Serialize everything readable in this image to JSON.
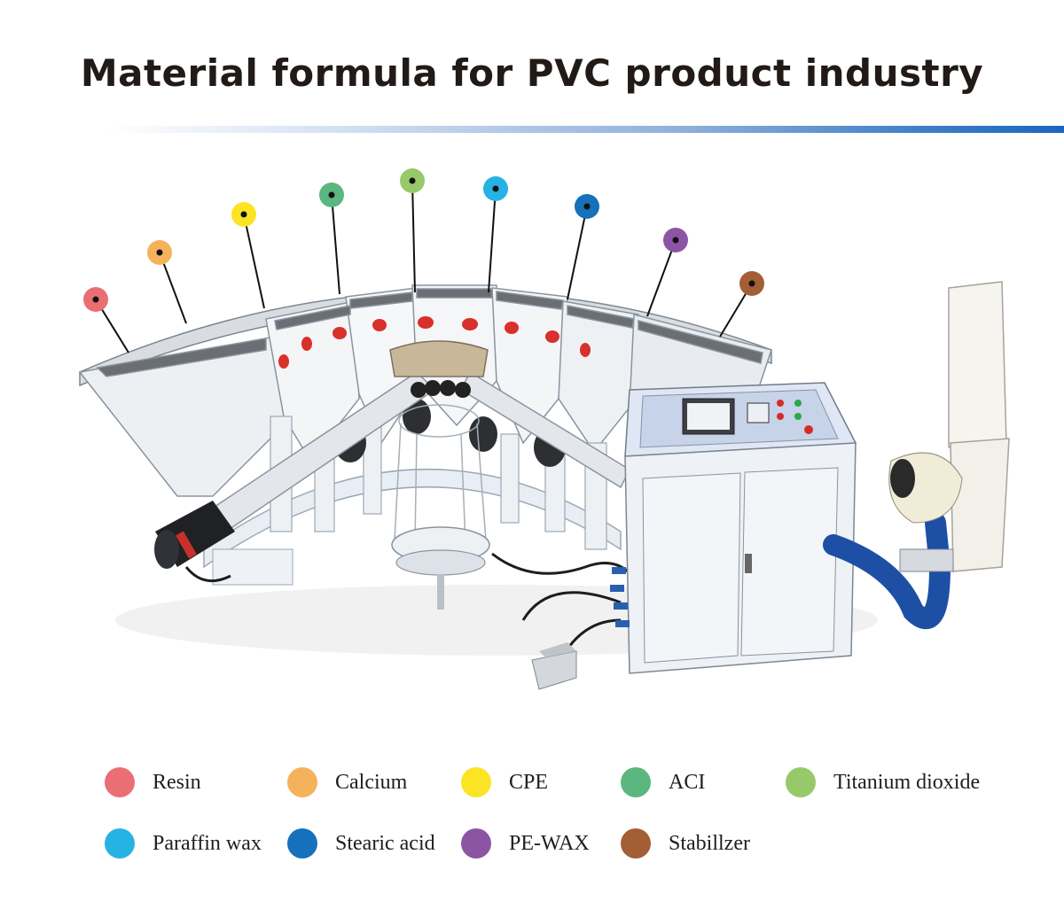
{
  "title": "Material formula for PVC product industry",
  "legend": [
    {
      "label": "Resin",
      "color": "#ea6f74"
    },
    {
      "label": "Calcium",
      "color": "#f5b25c"
    },
    {
      "label": "CPE",
      "color": "#fbe424"
    },
    {
      "label": "ACI",
      "color": "#5bb67f"
    },
    {
      "label": "Titanium dioxide",
      "color": "#97c96a"
    },
    {
      "label": "Paraffin wax",
      "color": "#27b2e4"
    },
    {
      "label": "Stearic acid",
      "color": "#1770bb"
    },
    {
      "label": "PE-WAX",
      "color": "#8c55a4"
    },
    {
      "label": "Stabillzer",
      "color": "#a45e35"
    }
  ]
}
